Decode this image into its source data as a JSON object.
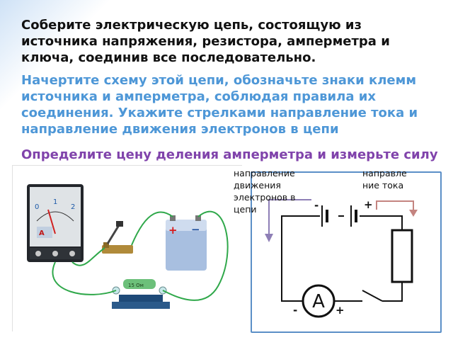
{
  "task": {
    "line1": "Соберите электрическую цепь, состоящую из источника напряжения, резистора, амперметра и ключа, соединив все последовательно.",
    "line2": "Начертите схему этой цепи, обозначьте знаки клемм источника и амперметра, соблюдая правила их соединения. Укажите стрелками направление тока и направление движения электронов в цепи",
    "line3": "Определите цену деления амперметра и измерьте силу тока."
  },
  "photo": {
    "ammeter_scale": [
      "0",
      "1",
      "2"
    ],
    "ammeter_unit": "A",
    "battery_plus": "+",
    "battery_minus": "−",
    "resistor_label": "15 Ом"
  },
  "diagram": {
    "electron_label": "направление\nдвижения\nэлектронов в\nцепи",
    "current_label": "направле\nние тока",
    "source_minus": "-",
    "source_plus": "+",
    "ammeter_symbol": "A",
    "ammeter_minus": "-",
    "ammeter_plus": "+"
  },
  "colors": {
    "task1": "#111111",
    "task2": "#3f8fd4",
    "task3": "#7a39a7",
    "wire_green": "#2fa84a",
    "electron_arrow": "#8e7fb6",
    "current_arrow": "#c48480",
    "frame": "#5b8fc7"
  }
}
